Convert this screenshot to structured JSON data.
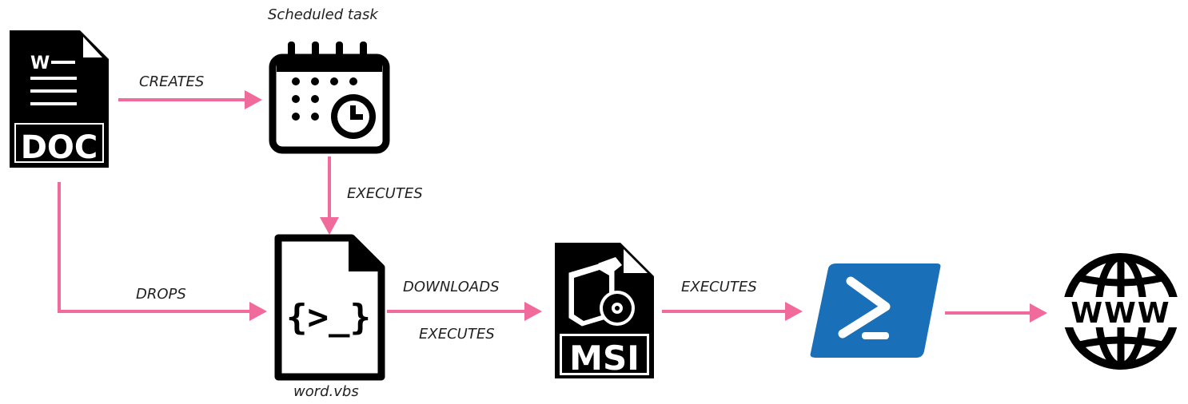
{
  "colors": {
    "arrow": "#f06a9c",
    "icon": "#000000",
    "powershell": "#1a70b8",
    "background": "#ffffff"
  },
  "icons": {
    "doc_file": {
      "name": "doc-file-icon",
      "badge": "DOC",
      "corner_text": "W"
    },
    "scheduled_task": {
      "name": "calendar-clock-icon",
      "caption": "Scheduled task"
    },
    "script_file": {
      "name": "script-file-icon",
      "glyph": "{>_}",
      "caption": "word.vbs"
    },
    "msi_file": {
      "name": "msi-installer-icon",
      "badge": "MSI"
    },
    "powershell": {
      "name": "powershell-icon"
    },
    "web": {
      "name": "www-globe-icon",
      "text": "WWW"
    }
  },
  "edges": {
    "creates": "CREATES",
    "executes_task": "EXECUTES",
    "drops": "DROPS",
    "downloads": "DOWNLOADS",
    "executes_msi": "EXECUTES",
    "executes_ps": "EXECUTES"
  }
}
